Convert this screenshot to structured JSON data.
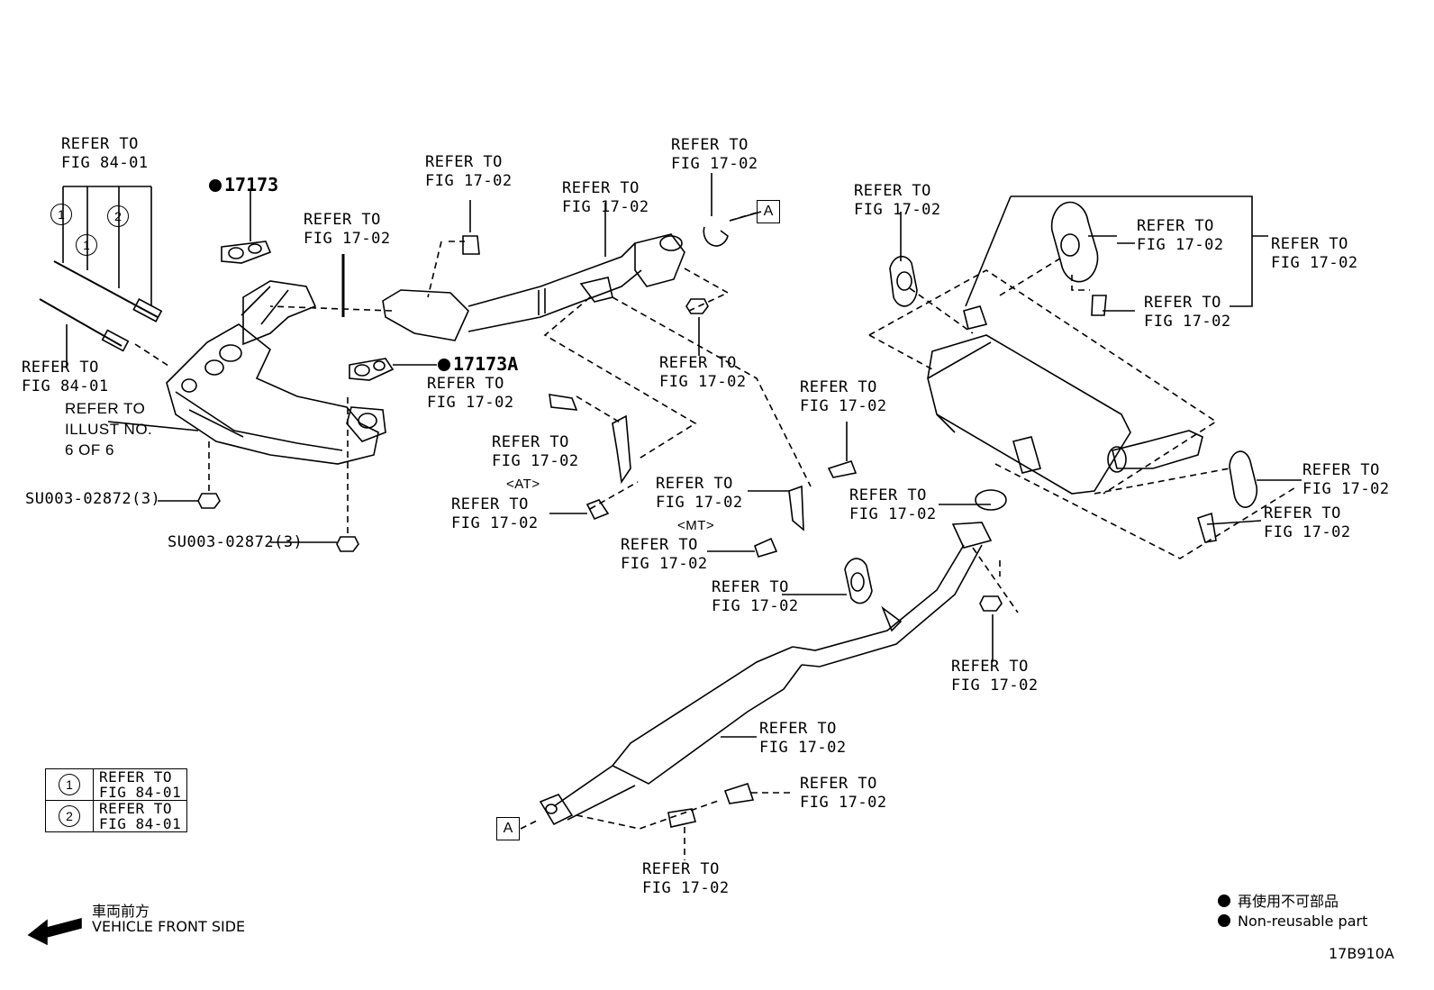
{
  "refer": {
    "fig8401": [
      "REFER TO",
      "FIG 84-01"
    ],
    "fig1702": [
      "REFER TO",
      "FIG 17-02"
    ],
    "illust": [
      "REFER TO",
      "ILLUST NO.",
      "6 OF 6"
    ]
  },
  "parts": {
    "p17173": "17173",
    "p17173a": "17173A"
  },
  "su_parts": {
    "nut_left": "SU003-02872(3)",
    "nut_right": "SU003-02872(3)"
  },
  "variants": {
    "at": "<AT>",
    "mt": "<MT>"
  },
  "box_ref": "A",
  "circles": {
    "one": "1",
    "two": "2"
  },
  "legend": [
    {
      "symbol": "1",
      "text": [
        "REFER TO",
        "FIG 84-01"
      ]
    },
    {
      "symbol": "2",
      "text": [
        "REFER TO",
        "FIG 84-01"
      ]
    }
  ],
  "direction": {
    "jp": "車両前方",
    "en": "VEHICLE FRONT SIDE"
  },
  "nonreusable": {
    "jp": "再使用不可部品",
    "en": "Non-reusable part"
  },
  "figure_id": "17B910A"
}
